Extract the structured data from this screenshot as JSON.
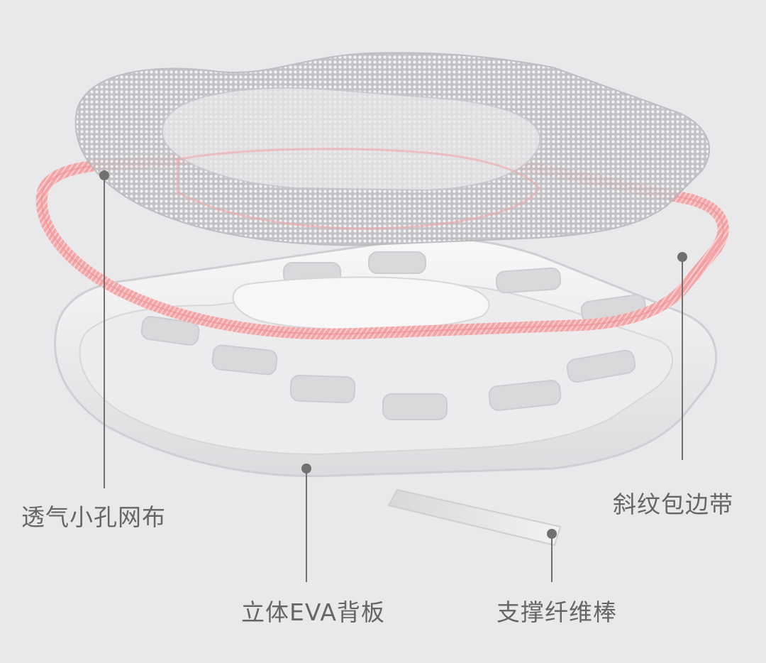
{
  "labels": {
    "mesh": "透气小孔网布",
    "bias_band": "斜纹包边带",
    "eva_board": "立体EVA背板",
    "support_rod": "支撑纤维棒"
  },
  "colors": {
    "background": "#e9e9eb",
    "mesh": "#c9c9cc",
    "band": "#f2a7a7",
    "eva": "#f3f3f4",
    "leader": "#707070",
    "label_text": "#666666"
  }
}
